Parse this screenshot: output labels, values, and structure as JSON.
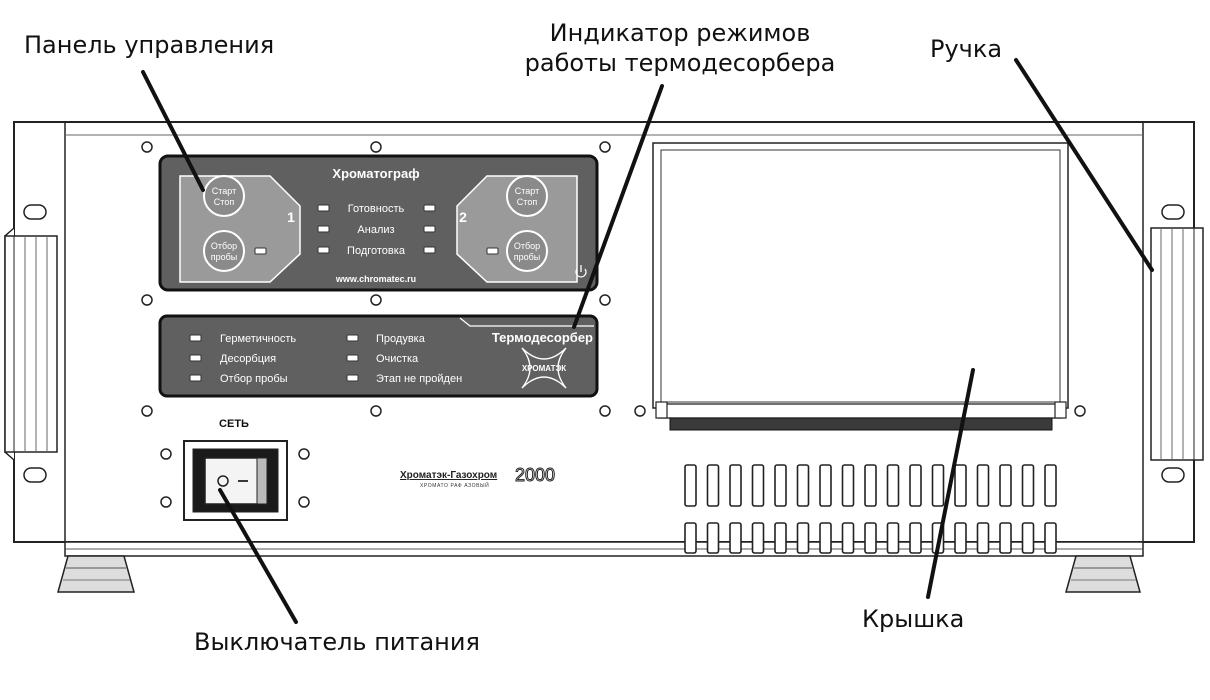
{
  "callouts": {
    "control_panel": "Панель управления",
    "mode_indicator_line1": "Индикатор режимов",
    "mode_indicator_line2": "работы термодесорбера",
    "handle": "Ручка",
    "power_switch": "Выключатель питания",
    "lid": "Крышка"
  },
  "chromatograph_panel": {
    "title": "Хроматограф",
    "start_stop_top": "Старт",
    "start_stop_bottom": "Стоп",
    "sample_top": "Отбор",
    "sample_bottom": "пробы",
    "channel_1": "1",
    "channel_2": "2",
    "status_ready": "Готовность",
    "status_analysis": "Анализ",
    "status_prep": "Подготовка",
    "website": "www.chromatec.ru"
  },
  "thermodesorber_panel": {
    "title": "Термодесорбер",
    "leds_left": [
      "Герметичность",
      "Десорбция",
      "Отбор пробы"
    ],
    "leds_right": [
      "Продувка",
      "Очистка",
      "Этап не пройден"
    ],
    "logo_text": "ХРОМАТЭК"
  },
  "mains": {
    "label": "СЕТЬ"
  },
  "model": {
    "name": "Хроматэк-Газохром",
    "number": "2000",
    "subtitle": "ХРОМАТО РАФ АЗОВЫЙ"
  }
}
